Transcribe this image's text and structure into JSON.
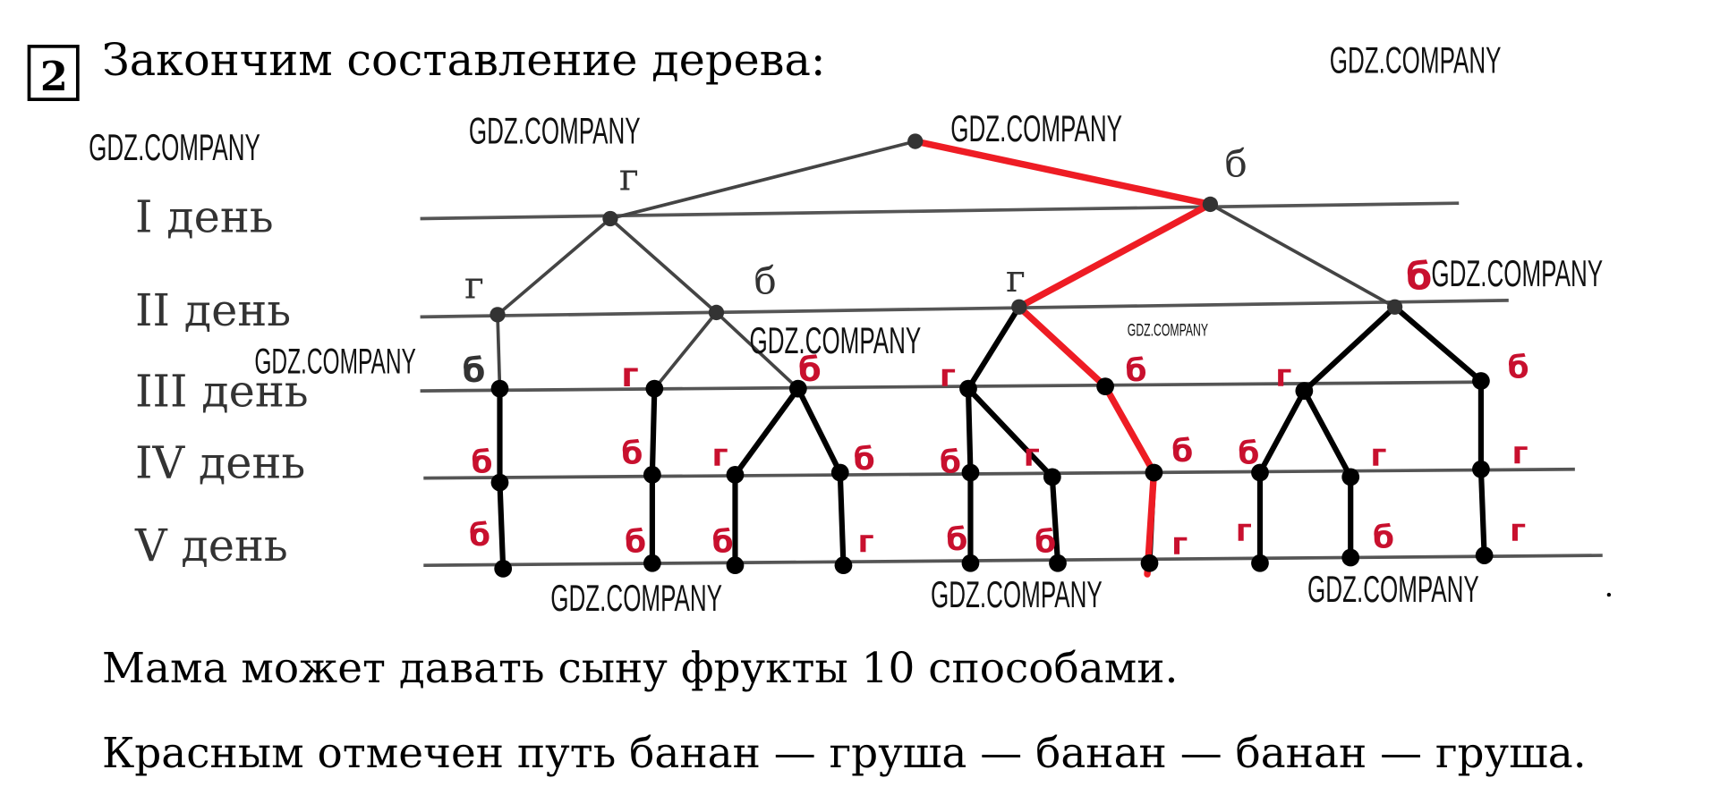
{
  "task": {
    "number": "2",
    "title": "Закончим составление дерева:"
  },
  "days": [
    "I день",
    "II день",
    "III день",
    "IV день",
    "V день"
  ],
  "tree": {
    "level1": [
      "г",
      "б"
    ],
    "level2": [
      "г",
      "б",
      "г",
      "б"
    ],
    "level3": [
      "б",
      "г",
      "б",
      "г",
      "б",
      "г",
      "б"
    ],
    "level4": [
      "б",
      "б",
      "г",
      "б",
      "б",
      "г",
      "б",
      "б",
      "г",
      "г"
    ],
    "level5": [
      "б",
      "б",
      "б",
      "г",
      "б",
      "б",
      "г",
      "г",
      "б",
      "г"
    ]
  },
  "highlighted_path_color": "#ee1c24",
  "answer": {
    "line1": "Мама может давать сыну фрукты 10 способами.",
    "line2": "Красным отмечен путь банан — груша — банан — банан — груша."
  },
  "watermarks": [
    "GDZ.COMPANY",
    "GDZ.COMPANY",
    "GDZ.COMPANY",
    "GDZ.COMPANY",
    "GDZ.COMPANY",
    "GDZ.COMPANY",
    "GDZ.COMPANY",
    "GDZ.COMPANY",
    "GDZ.COMPANY",
    "GDZ.COMPANY",
    "GDZ.COMPANY"
  ]
}
